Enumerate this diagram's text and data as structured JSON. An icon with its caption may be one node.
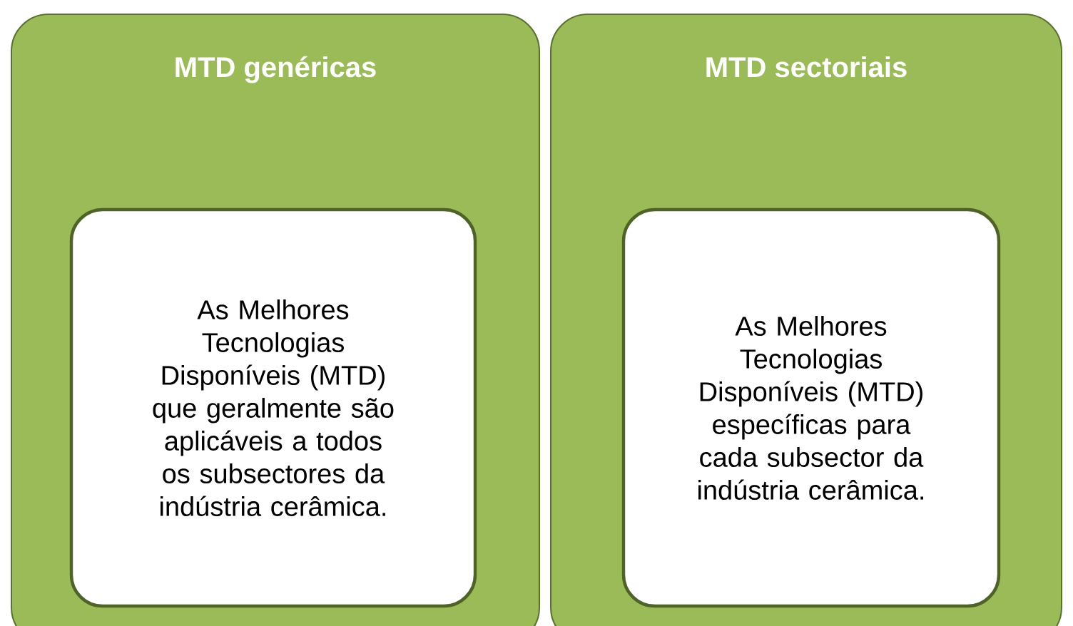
{
  "diagram": {
    "nodes": [
      {
        "text": [
          "MTD genéricas"
        ]
      },
      {
        "text": [
          "As Melhores Tecnologias Disponíveis (MTD) que geralmente são aplicáveis a todos os subsectores da indústria cerâmica."
        ],
        "in": 0
      },
      {
        "text": [
          "MTD sectoriais"
        ]
      },
      {
        "text": [
          "As Melhores Tecnologias Disponíveis (MTD) específicas para cada subsector da indústria cerâmica."
        ],
        "in": 2
      }
    ]
  }
}
